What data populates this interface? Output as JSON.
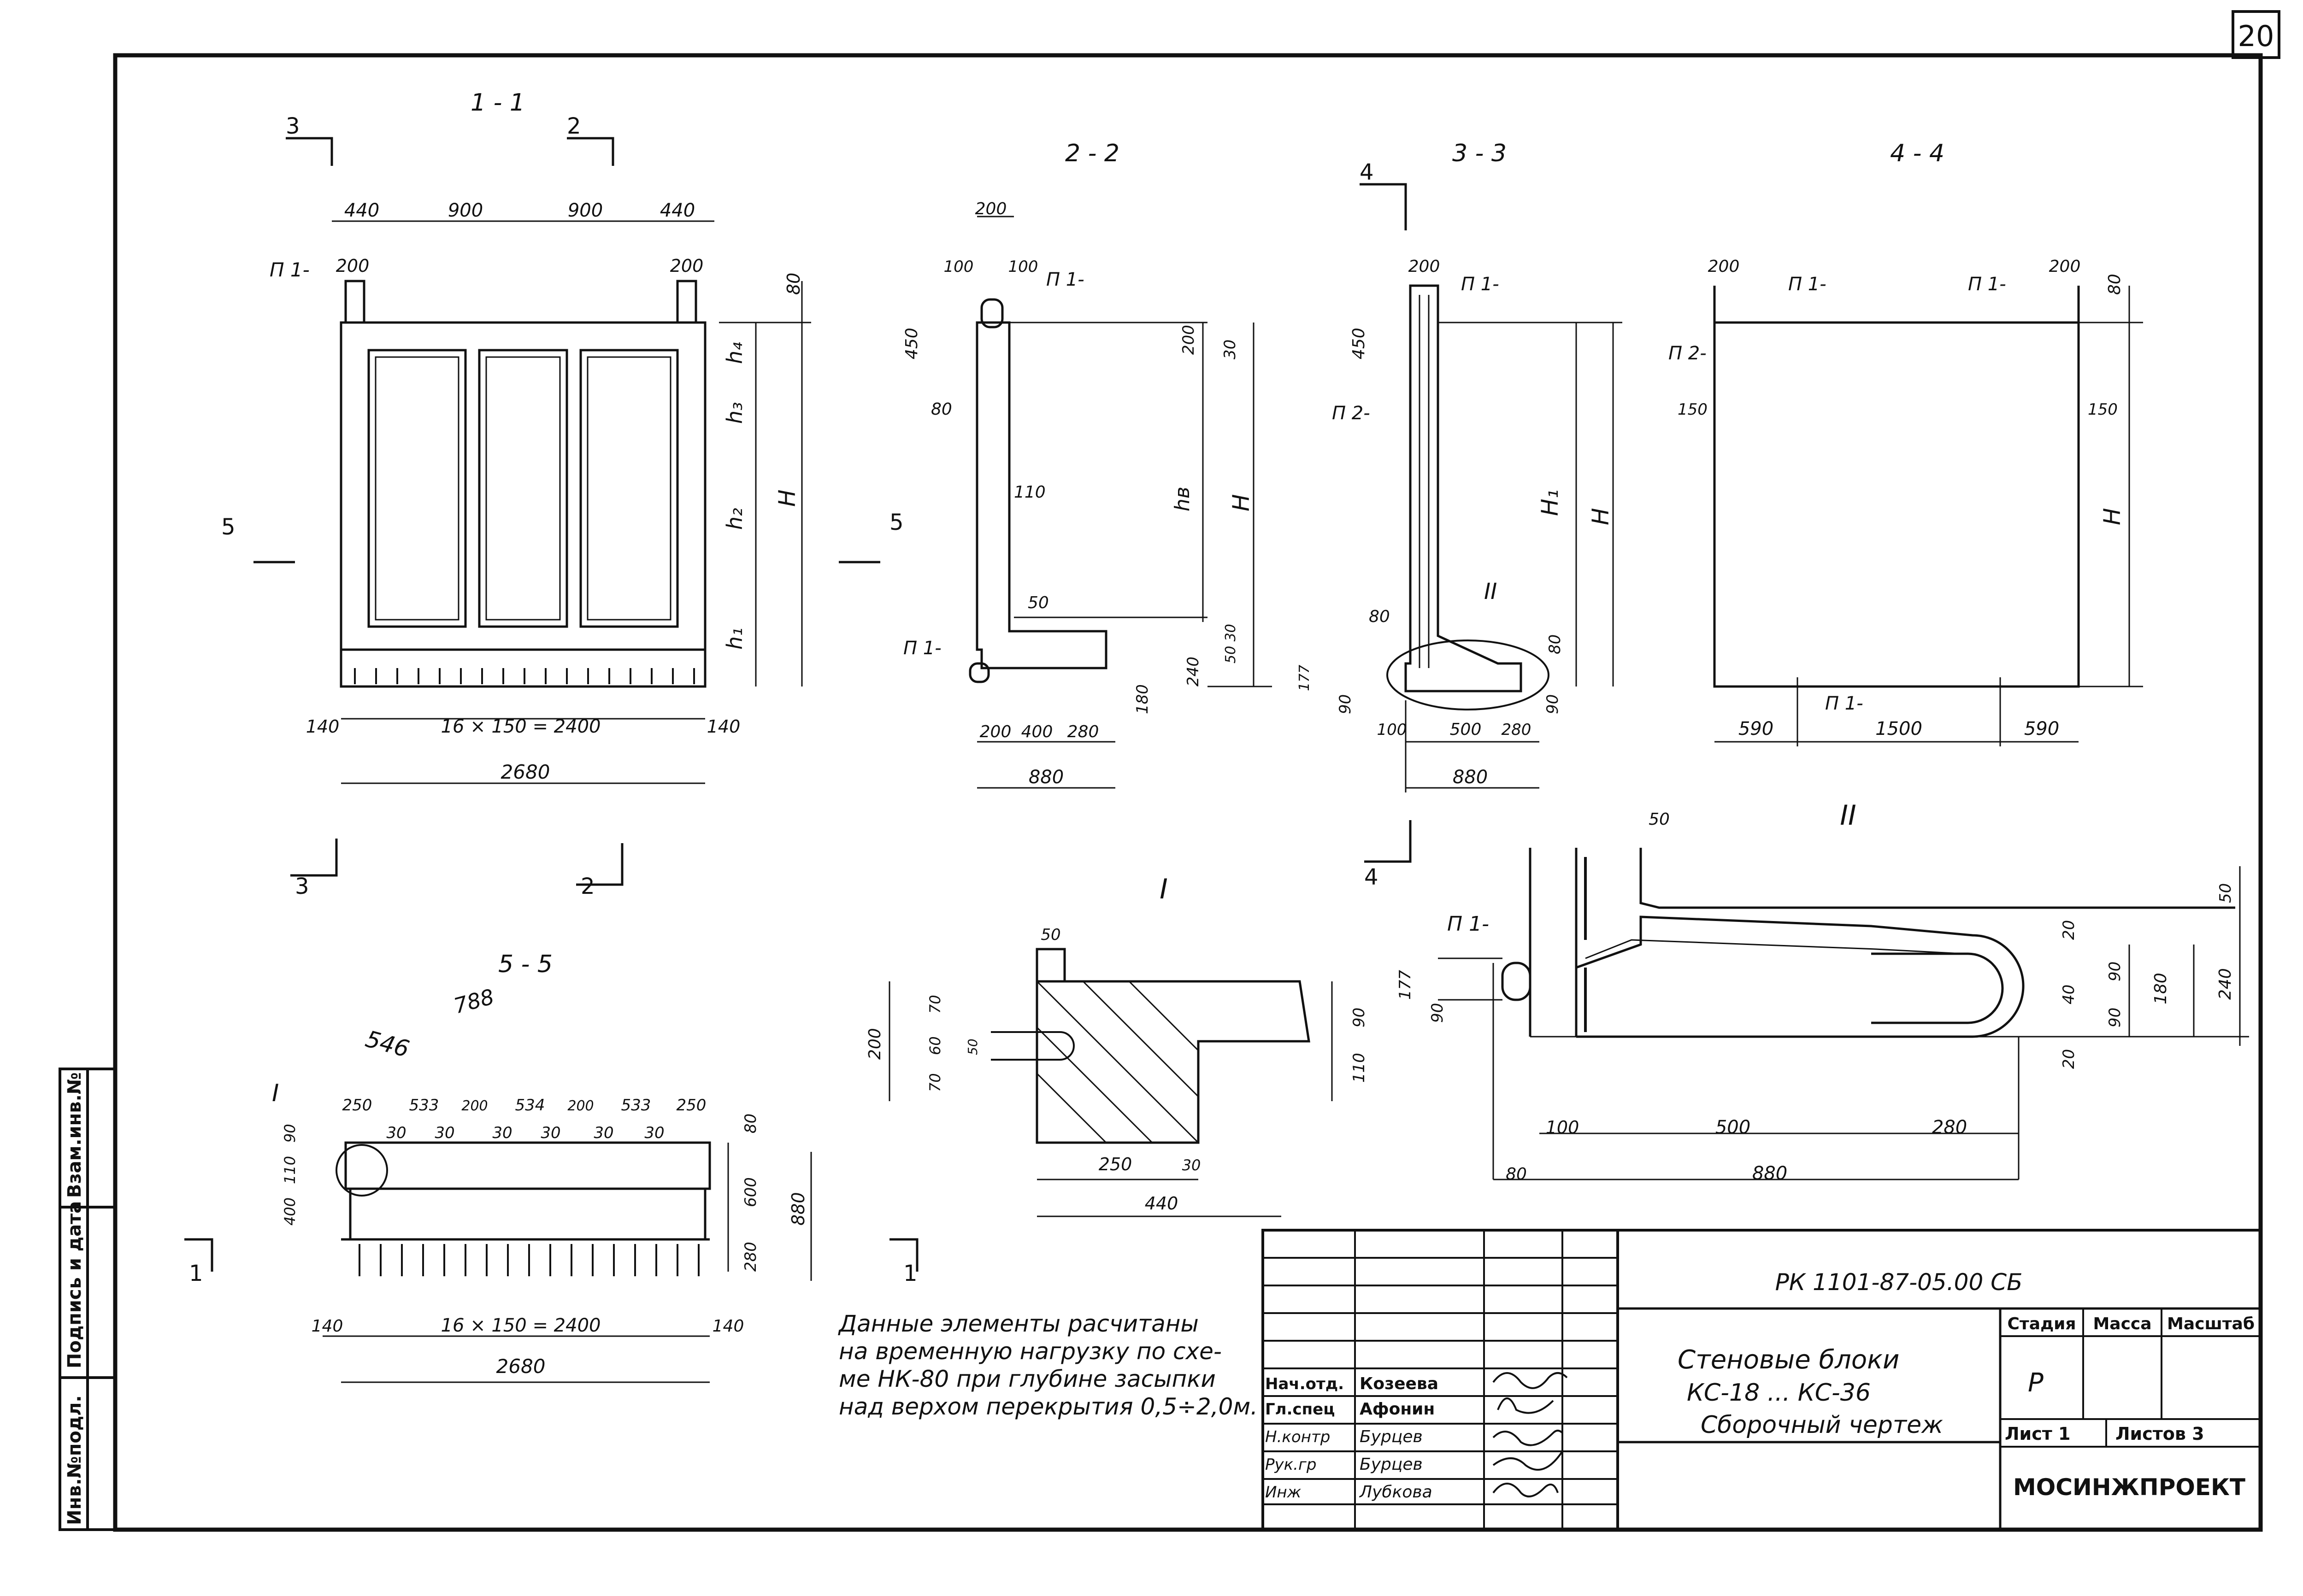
{
  "sheet": {
    "number": "20"
  },
  "stamp_side": {
    "inv_podl": "Инв.№подл.",
    "podpis_data": "Подпись и дата",
    "vzam_inv": "Взам.инв.№"
  },
  "sections": {
    "s11": "1 - 1",
    "s22": "2 - 2",
    "s33": "3 - 3",
    "s44": "4 - 4",
    "s55": "5 - 5",
    "detail1": "I",
    "detail2": "II"
  },
  "markers": {
    "m3": "3",
    "m2": "2",
    "m4": "4",
    "m5": "5",
    "m1": "1"
  },
  "view11": {
    "dims_top": [
      "440",
      "900",
      "900",
      "440"
    ],
    "d200a": "200",
    "d200b": "200",
    "d80": "80",
    "h4": "h₄",
    "h3": "h₃",
    "h2": "h₂",
    "h1": "h₁",
    "H": "H",
    "bottom_left": "140",
    "bottom_mid": "16 × 150 = 2400",
    "bottom_right": "140",
    "total": "2680",
    "p1": "П 1-"
  },
  "view22": {
    "d200": "200",
    "d100a": "100",
    "d100b": "100",
    "p1top": "П 1-",
    "d450": "450",
    "d80": "80",
    "d110": "110",
    "d50": "50",
    "d200r": "200",
    "d30": "30",
    "hb": "hв",
    "H": "H",
    "p1bot": "П 1-",
    "d180": "180",
    "d240": "240",
    "d5030": "50 30",
    "b200": "200",
    "b400": "400",
    "b280": "280",
    "total": "880"
  },
  "view33": {
    "d200": "200",
    "p1": "П 1-",
    "d450": "450",
    "p2": "П 2-",
    "H1": "H₁",
    "H": "H",
    "d80": "80",
    "d177": "177",
    "d90a": "90",
    "d100": "100",
    "d500": "500",
    "d280": "280",
    "d90b": "90",
    "d80r": "80",
    "total": "880",
    "detail": "II"
  },
  "view44": {
    "d200a": "200",
    "p1a": "П 1-",
    "p1b": "П 1-",
    "d200b": "200",
    "d80": "80",
    "p2": "П 2-",
    "d150a": "150",
    "d150b": "150",
    "H": "H",
    "p1bot": "П 1-",
    "b590a": "590",
    "b1500": "1500",
    "b590b": "590"
  },
  "view55": {
    "label_I": "I",
    "top": [
      "250",
      "533",
      "200",
      "534",
      "200",
      "533",
      "250"
    ],
    "sub30": [
      "30",
      "30",
      "30",
      "30",
      "30",
      "30"
    ],
    "left": [
      "90",
      "110",
      "400"
    ],
    "right80": "80",
    "right600": "600",
    "right280": "280",
    "right880": "880",
    "bl": "140",
    "bm": "16 × 150 = 2400",
    "br": "140",
    "total": "2680",
    "hand1": "546",
    "hand2": "788"
  },
  "detailI": {
    "d50": "50",
    "d200": "200",
    "d70a": "70",
    "d60": "60",
    "d70b": "70",
    "d50s": "50",
    "d90": "90",
    "d110": "110",
    "d250": "250",
    "d30": "30",
    "d440": "440"
  },
  "detailII": {
    "d50": "50",
    "p1": "П 1-",
    "d177": "177",
    "d90": "90",
    "r50": "50",
    "r20a": "20",
    "r90": "90",
    "r40": "40",
    "r20b": "20",
    "r90b": "90",
    "r180": "180",
    "r240": "240",
    "d100": "100",
    "d500": "500",
    "d280": "280",
    "d80": "80",
    "d880": "880"
  },
  "note": {
    "line1": "Данные элементы расчитаны",
    "line2": "на временную нагрузку по схе-",
    "line3": "ме НК-80 при глубине засыпки",
    "line4": "над верхом перекрытия 0,5÷2,0м."
  },
  "title_block": {
    "code": "РК 1101-87-05.00 СБ",
    "title1": "Стеновые блоки",
    "title2": "КС-18 ... КС-36",
    "title3": "Сборочный чертеж",
    "stage_label": "Стадия",
    "mass_label": "Масса",
    "scale_label": "Масштаб",
    "stage_value": "Р",
    "sheet_label": "Лист 1",
    "sheets_label": "Листов 3",
    "org": "МОСИНЖПРОЕКТ",
    "roles": [
      {
        "role": "Нач.отд.",
        "name": "Козеева"
      },
      {
        "role": "Гл.спец",
        "name": "Афонин"
      },
      {
        "role": "Н.контр",
        "name": "Бурцев"
      },
      {
        "role": "Рук.гр",
        "name": "Бурцев"
      },
      {
        "role": "Инж",
        "name": "Лубкова"
      }
    ]
  }
}
